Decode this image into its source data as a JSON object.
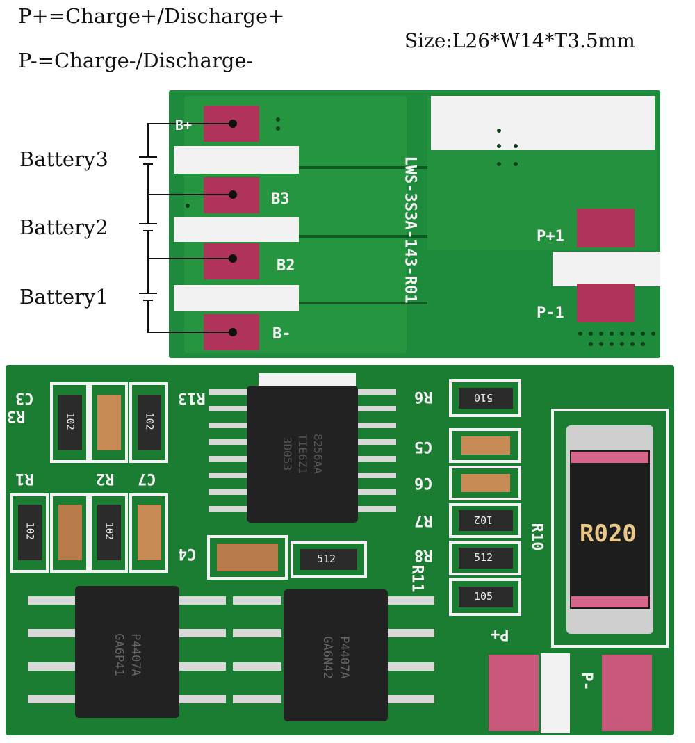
{
  "legend": {
    "p_plus": "P+=Charge+/Discharge+",
    "p_minus": "P-=Charge-/Discharge-",
    "size": "Size:L26*W14*T3.5mm"
  },
  "batteries": [
    "Battery3",
    "Battery2",
    "Battery1"
  ],
  "top_board": {
    "model": "LWS-3S3A-143-R01",
    "pad_labels": {
      "b_plus": "B+",
      "b3": "B3",
      "b2": "B2",
      "b_minus": "B-",
      "p_plus": "P+1",
      "p_minus": "P-1"
    }
  },
  "bottom_board": {
    "designators": [
      "R13",
      "R6",
      "C5",
      "C6",
      "R7",
      "R8",
      "R10",
      "R11",
      "C4",
      "C7",
      "R2",
      "R1",
      "C3",
      "R3",
      "P+",
      "P-"
    ],
    "component_codes": {
      "r_top1": "102",
      "r_top2": "102",
      "r_left1": "102",
      "r_left2": "102",
      "r6": "510",
      "r7": "102",
      "r8": "512",
      "r11": "105",
      "r_mid": "512",
      "shunt": "R020"
    },
    "ic_markings": {
      "ic_main": [
        "8256AA",
        "TIE6Z1",
        "3D053"
      ],
      "mosfet1": [
        "P4407A",
        "GA6P41"
      ],
      "mosfet2": [
        "P4407A",
        "GA6N42"
      ]
    }
  },
  "colors": {
    "board": "#1e8a3c",
    "pad": "#b0345a",
    "silk": "#f2f2f2"
  }
}
